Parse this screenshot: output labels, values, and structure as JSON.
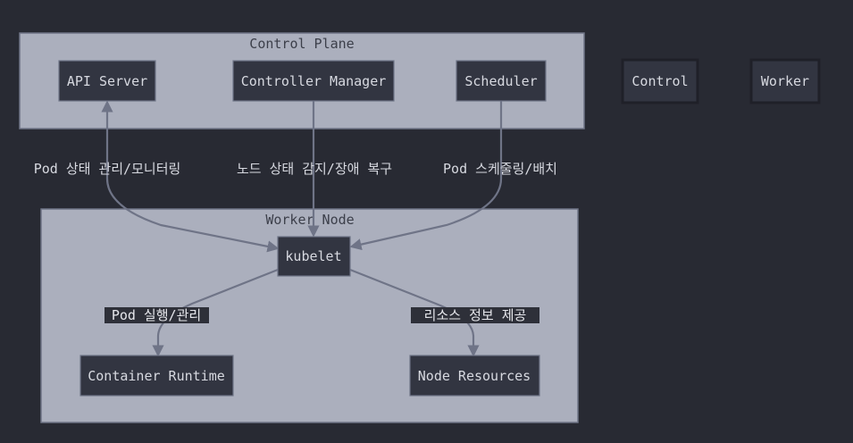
{
  "clusters": {
    "control_plane": "Control Plane",
    "worker_node": "Worker Node"
  },
  "nodes": {
    "api_server": "API Server",
    "controller_manager": "Controller Manager",
    "scheduler": "Scheduler",
    "kubelet": "kubelet",
    "container_runtime": "Container Runtime",
    "node_resources": "Node Resources"
  },
  "legend": {
    "control": "Control",
    "worker": "Worker"
  },
  "edges": {
    "api_kubelet": "Pod 상태 관리/모니터링",
    "controller_kubelet": "노드 상태 감지/장애 복구",
    "scheduler_kubelet": "Pod 스케줄링/배치",
    "kubelet_runtime": "Pod 실행/관리",
    "kubelet_resources": "리소스 정보 제공"
  },
  "colors": {
    "background": "#282a33",
    "cluster_fill": "#abafbd",
    "node_fill": "#323541",
    "edge": "#6f7487"
  }
}
